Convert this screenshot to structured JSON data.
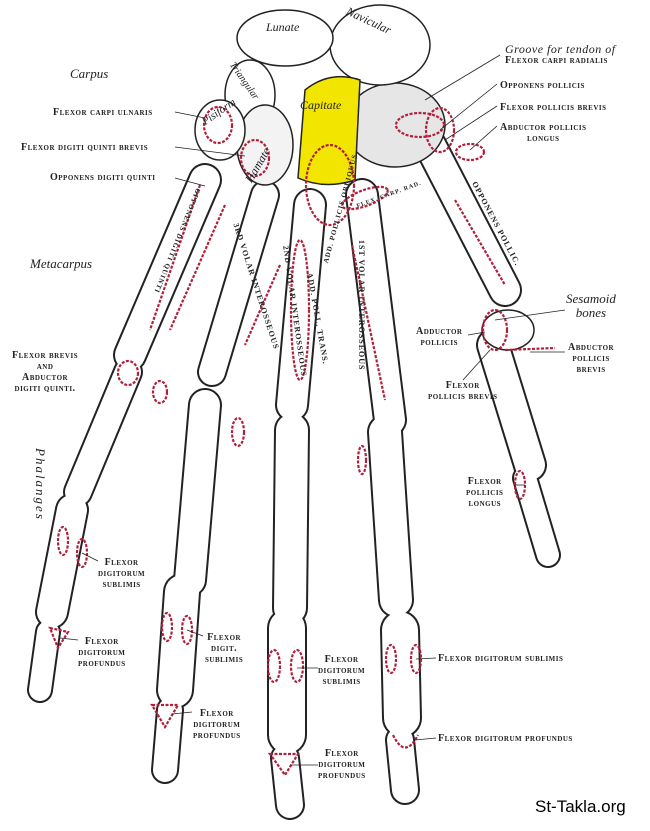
{
  "bones": {
    "lunate": "Lunate",
    "navicular": "Navicular",
    "triangular": "Triangular",
    "pisiform": "Pisiform",
    "hamate": "Hamate",
    "capitate": "Capitate"
  },
  "regions": {
    "carpus": "Carpus",
    "metacarpus": "Metacarpus",
    "phalanges": "Phalanges"
  },
  "labels": {
    "groove_line1": "Groove for tendon of",
    "groove_line2": "Flexor carpi radialis",
    "opponens_pollicis": "Opponens pollicis",
    "flexor_pollicis_brevis_top": "Flexor pollicis brevis",
    "abductor_pollicis_longus_1": "Abductor pollicis",
    "abductor_pollicis_longus_2": "longus",
    "flexor_carpi_ulnaris": "Flexor carpi ulnaris",
    "flexor_digiti_quinti_brevis": "Flexor digiti quinti brevis",
    "opponens_digiti_quinti": "Opponens digiti quinti",
    "sesamoid_1": "Sesamoid",
    "sesamoid_2": "bones",
    "adductor_pollicis_1": "Adductor",
    "adductor_pollicis_2": "pollicis",
    "abductor_pollicis_brevis_1": "Abductor",
    "abductor_pollicis_brevis_2": "pollicis",
    "abductor_pollicis_brevis_3": "brevis",
    "flexor_pollicis_brevis_1": "Flexor",
    "flexor_pollicis_brevis_2": "pollicis brevis",
    "flexor_brevis_abd_1": "Flexor brevis",
    "flexor_brevis_abd_2": "and",
    "flexor_brevis_abd_3": "Abductor",
    "flexor_brevis_abd_4": "digiti quinti.",
    "flexor_pollicis_longus_1": "Flexor",
    "flexor_pollicis_longus_2": "pollicis",
    "flexor_pollicis_longus_3": "longus",
    "fds5_1": "Flexor",
    "fds5_2": "digitorum",
    "fds5_3": "sublimis",
    "fdp5_1": "Flexor",
    "fdp5_2": "digitorum",
    "fdp5_3": "profundus",
    "fds4_1": "Flexor",
    "fds4_2": "digit.",
    "fds4_3": "sublimis",
    "fdp4_1": "Flexor",
    "fdp4_2": "digitorum",
    "fdp4_3": "profundus",
    "fds3_1": "Flexor",
    "fds3_2": "digitorum",
    "fds3_3": "sublimis",
    "fdp3_1": "Flexor",
    "fdp3_2": "digitorum",
    "fdp3_3": "profundus",
    "fds2": "Flexor digitorum sublimis",
    "fdp2": "Flexor digitorum profundus"
  },
  "on_bone": {
    "volar3": "3RD VOLAR INTEROSSEOUS",
    "volar2": "2ND VOLAR INTEROSSEOUS",
    "volar1": "1ST VOLAR INTEROSSEOUS",
    "add_trans": "ADD. POLL. TRANS.",
    "add_obl": "ADD. POLLICIS OBLIQUUS",
    "opp_pollic": "OPPONENS POLLIC.",
    "opp_dq": "OPPONENS DIGITI QUINTI",
    "flex_carp_rad": "FLEX. CARP. RAD."
  },
  "watermark": "St-Takla.org",
  "colors": {
    "capitate": "#f2e600",
    "attachment": "#b0203a",
    "bone": "#ffffff",
    "outline": "#222222"
  }
}
